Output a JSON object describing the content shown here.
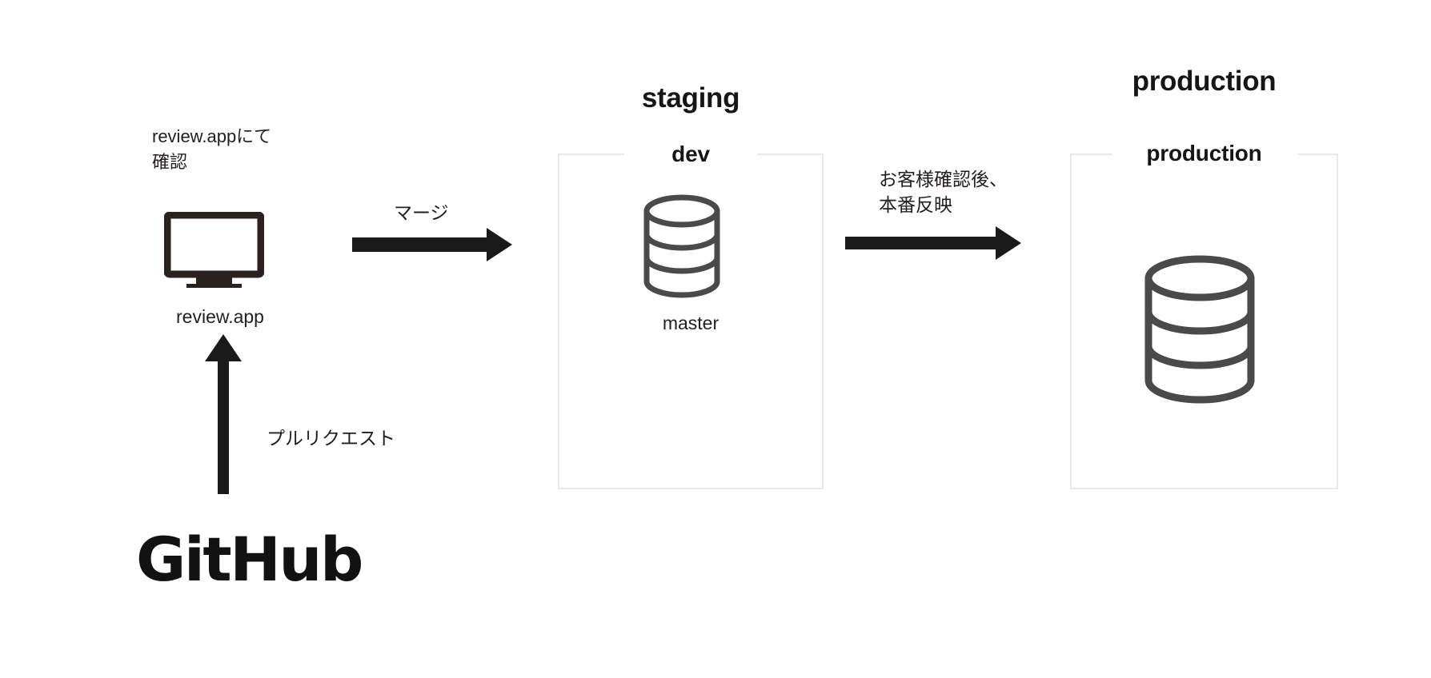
{
  "diagram": {
    "title": "deployment-flow",
    "background": "#ffffff"
  },
  "colors": {
    "text": "#231f20",
    "heading": "#161616",
    "box_border": "#e9e9e9",
    "arrow": "#1a1a1a",
    "database_icon": "#4a4a4a",
    "monitor_icon": "#2b2220",
    "github_logo": "#121212"
  },
  "review": {
    "annotation": "review.appにて\n確認",
    "icon_name": "monitor-icon",
    "caption": "review.app"
  },
  "pull_request": {
    "label": "プルリクエスト",
    "arrow_direction": "up"
  },
  "github": {
    "wordmark": "GitHub"
  },
  "merge_arrow": {
    "label": "マージ",
    "arrow_direction": "right"
  },
  "staging": {
    "env_title": "staging",
    "inner_title": "dev",
    "db_icon_name": "database-icon",
    "db_caption": "master"
  },
  "release_arrow": {
    "label": "お客様確認後、\n本番反映",
    "arrow_direction": "right"
  },
  "production": {
    "env_title": "production",
    "inner_title": "production",
    "db_icon_name": "database-icon"
  }
}
